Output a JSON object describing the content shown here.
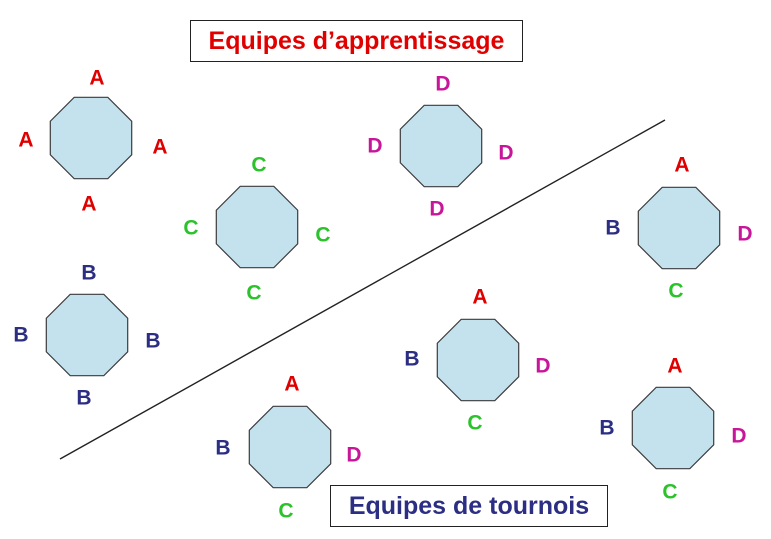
{
  "titles": {
    "learning_teams": "Equipes d’apprentissage",
    "tournament_teams": "Equipes de tournois"
  },
  "colors": {
    "A": "#e00000",
    "B": "#2b2e83",
    "C": "#2cc22c",
    "D": "#c8169a",
    "table_fill": "#c3e2ee",
    "table_stroke": "#3c3c3c",
    "divider": "#222222"
  },
  "tables": [
    {
      "group": "learning",
      "labels": {
        "top": "A",
        "right": "A",
        "bottom": "A",
        "left": "A"
      }
    },
    {
      "group": "learning",
      "labels": {
        "top": "C",
        "right": "C",
        "bottom": "C",
        "left": "C"
      }
    },
    {
      "group": "learning",
      "labels": {
        "top": "D",
        "right": "D",
        "bottom": "D",
        "left": "D"
      }
    },
    {
      "group": "learning",
      "labels": {
        "top": "B",
        "right": "B",
        "bottom": "B",
        "left": "B"
      }
    },
    {
      "group": "tournament",
      "labels": {
        "top": "A",
        "right": "D",
        "bottom": "C",
        "left": "B"
      }
    },
    {
      "group": "tournament",
      "labels": {
        "top": "A",
        "right": "D",
        "bottom": "C",
        "left": "B"
      }
    },
    {
      "group": "tournament",
      "labels": {
        "top": "A",
        "right": "D",
        "bottom": "C",
        "left": "B"
      }
    },
    {
      "group": "tournament",
      "labels": {
        "top": "A",
        "right": "D",
        "bottom": "C",
        "left": "B"
      }
    }
  ]
}
